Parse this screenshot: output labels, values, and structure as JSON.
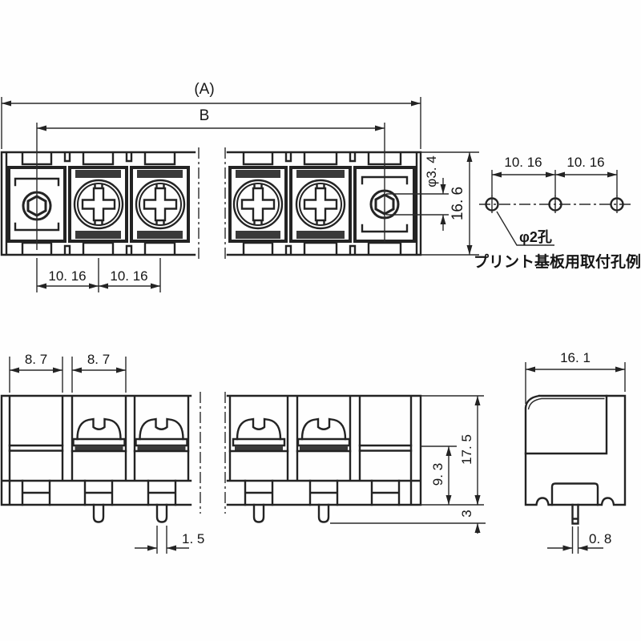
{
  "drawing": {
    "background": "#fefefe",
    "line_color": "#232323",
    "band_color": "#3a3a3a",
    "top_view": {
      "dim_total_width": "(A)",
      "dim_mounting_span": "B",
      "dim_pitch_left": "10. 16",
      "dim_pitch_right": "10. 16",
      "dim_body_depth": "16. 6",
      "dim_end_hole_dia": "φ3. 4"
    },
    "pcb_pattern": {
      "dim_pitch_1": "10. 16",
      "dim_pitch_2": "10. 16",
      "hole_label": "φ2孔",
      "caption": "プリント基板用取付孔例"
    },
    "front_view": {
      "dim_opening_1": "8. 7",
      "dim_opening_2": "8. 7",
      "dim_total_height": "17. 5",
      "dim_lower_height": "9. 3",
      "dim_pin_length": "3",
      "dim_pin_width": "1. 5"
    },
    "side_view": {
      "dim_depth": "16. 1",
      "dim_pin_thickness": "0. 8"
    }
  }
}
